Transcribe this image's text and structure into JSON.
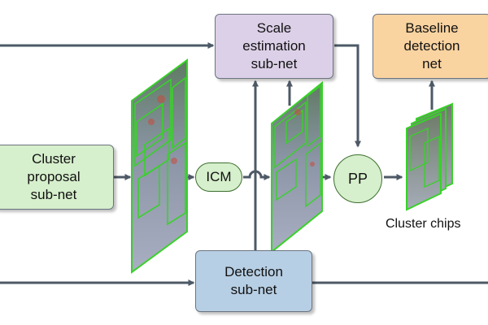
{
  "nodes": {
    "scale_estimation": {
      "lines": [
        "Scale",
        "estimation",
        "sub-net"
      ],
      "fill": "#dcd0e8"
    },
    "baseline_detection": {
      "lines": [
        "Baseline",
        "detection",
        "net"
      ],
      "fill": "#f9d3a0"
    },
    "cluster_proposal": {
      "lines": [
        "Cluster",
        "proposal",
        "sub-net"
      ],
      "fill": "#d6efcc"
    },
    "detection": {
      "lines": [
        "Detection",
        "sub-net"
      ],
      "fill": "#b7cfe4"
    },
    "icm": {
      "label": "ICM"
    },
    "pp": {
      "label": "PP"
    }
  },
  "labels": {
    "cluster_chips": "Cluster chips"
  },
  "colors": {
    "arrow": "#4d5966",
    "image_border": "#39d12a"
  }
}
